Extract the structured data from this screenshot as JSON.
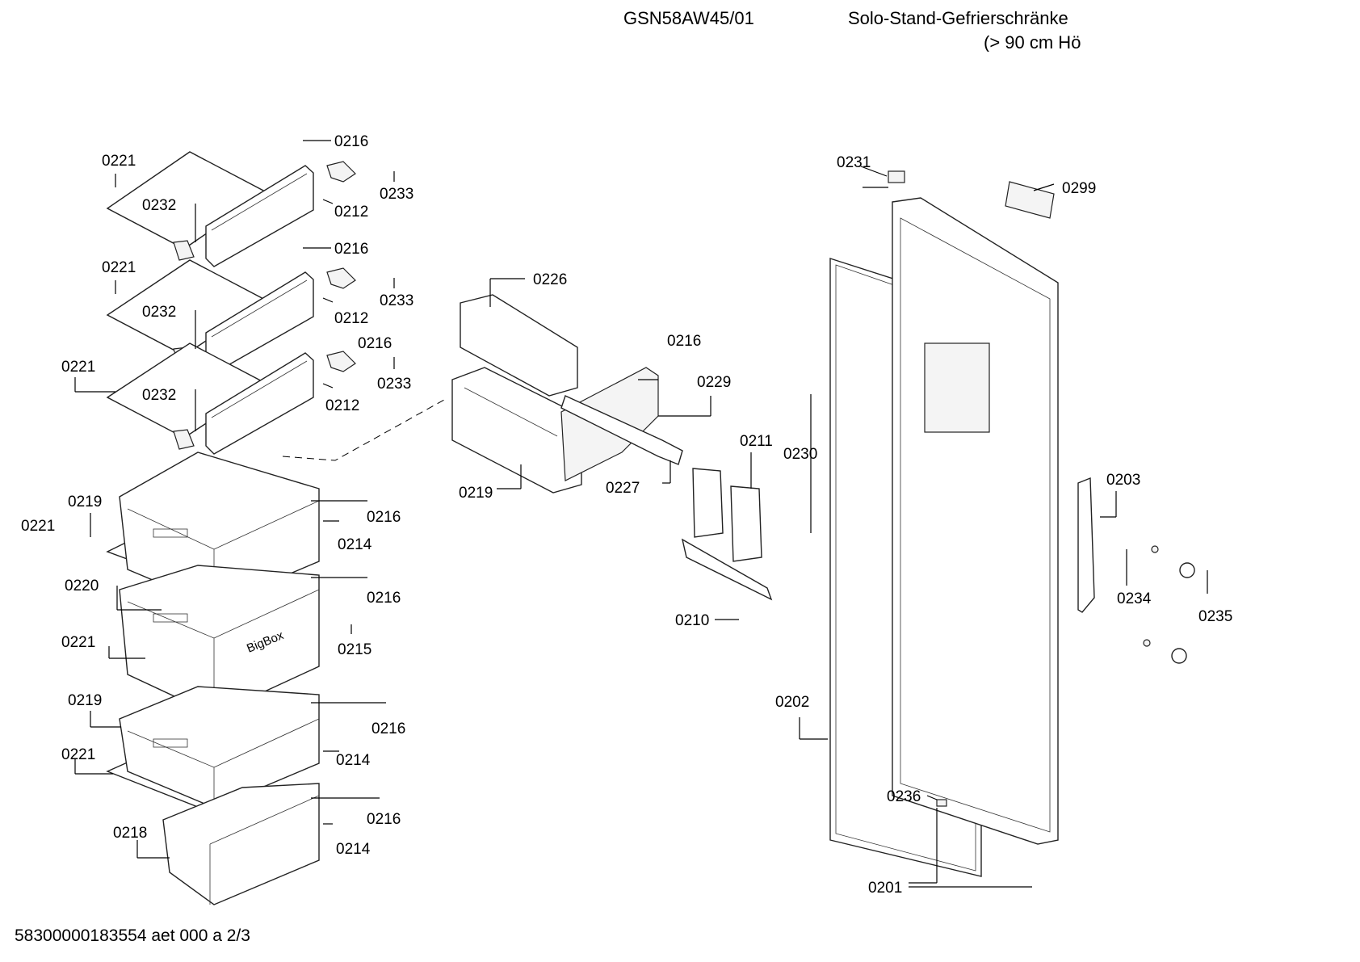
{
  "header": {
    "model": "GSN58AW45/01",
    "category_line1": "Solo-Stand-Gefrierschränke",
    "category_line2": "(> 90 cm Hö"
  },
  "footer": {
    "doc_ref": "58300000183554 aet 000 a 2/3"
  },
  "labels": {
    "l0216_a": "0216",
    "l0221_a": "0221",
    "l0232_a": "0232",
    "l0233_a": "0233",
    "l0212_a": "0212",
    "l0216_b": "0216",
    "l0221_b": "0221",
    "l0232_b": "0232",
    "l0233_b": "0233",
    "l0212_b": "0212",
    "l0216_c": "0216",
    "l0221_c": "0221",
    "l0232_c": "0232",
    "l0233_c": "0233",
    "l0212_c": "0212",
    "l0226": "0226",
    "l0216_d": "0216",
    "l0229": "0229",
    "l0219_a": "0219",
    "l0227": "0227",
    "l0211": "0211",
    "l0210": "0210",
    "l0230": "0230",
    "l0219_b": "0219",
    "l0221_d": "0221",
    "l0216_e": "0216",
    "l0214_a": "0214",
    "l0220": "0220",
    "l0216_f": "0216",
    "l0221_e": "0221",
    "l0215": "0215",
    "l0219_c": "0219",
    "l0216_g": "0216",
    "l0221_f": "0221",
    "l0214_b": "0214",
    "l0218": "0218",
    "l0216_h": "0216",
    "l0214_c": "0214",
    "l0231": "0231",
    "l0299": "0299",
    "l0203": "0203",
    "l0234": "0234",
    "l0235": "0235",
    "l0202": "0202",
    "l0236": "0236",
    "l0201": "0201"
  },
  "bigbox_text": "BigBox"
}
